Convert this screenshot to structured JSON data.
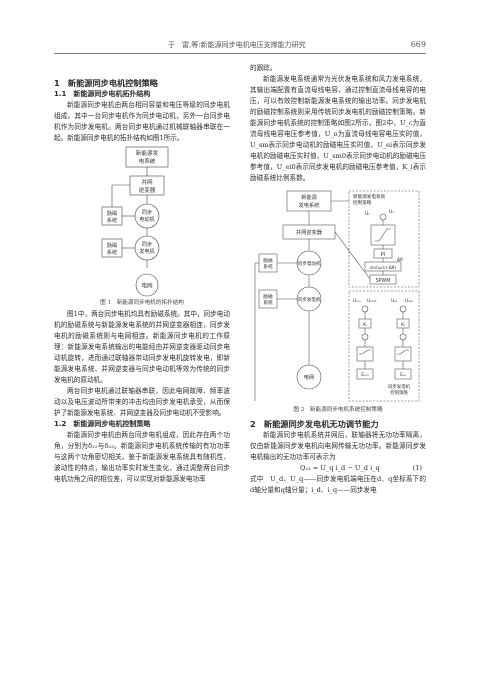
{
  "header": {
    "running_title": "于　雷,等:新能源同步电机电压支撑能力研究",
    "page_number": "669"
  },
  "left": {
    "sec1_title": "1　新能源同步电机控制策略",
    "sec1_1_title": "1.1　新能源同步电机拓扑结构",
    "p1": "新能源同步电机由两台相同容量和电压等级的同步电机组成。其中一台同步电机作为同步电动机，另外一台同步电机作为同步发电机。两台同步电机通过机械联轴器串联在一起。新能源同步电机的拓扑结构如图1所示。",
    "fig1": {
      "caption": "图 1　新能源同步电机的拓扑结构",
      "src_l1": "新能源发",
      "src_l2": "电系统",
      "inv_l1": "并网",
      "inv_l2": "逆变器",
      "exc1_l1": "励磁",
      "exc1_l2": "系统",
      "mot_l1": "同步",
      "mot_l2": "电动机",
      "exc2_l1": "励磁",
      "exc2_l2": "系统",
      "gen_l1": "同步",
      "gen_l2": "发电机",
      "grid": "电网"
    },
    "p2": "图1中，两台同步电机均具有励磁系统。其中，同步电动机的励磁系统与新能源发电系统的并网逆变器相连，同步发电机的励磁系统则与电网相连。新能源同步电机的工作原理：新能源发电系统输出的电能经由并网逆变器驱动同步电动机旋转，进而通过联轴器带动同步发电机旋转发电，即新能源发电系统、并网逆变器与同步电动机等效为传统的同步发电机的原动机。",
    "p3": "两台同步电机通过联轴器串联，因此电网故障、频率波动以及电压波动所带来的冲击均由同步发电机承受，从而保护了新能源发电系统、并网逆变器及同步电动机不受影响。",
    "sec1_2_title": "1.2　新能源同步电机控制策略",
    "p4": "新能源同步电机由两台同步电机组成，因此存在两个功角，分别为δ₁₂与δ₂₃。新能源同步电机系统传输的有功功率与这两个功角密切相关。鉴于新能源发电系统具有随机性、波动性的特点，输出功率实时发生变化，通过调整两台同步电机功角之间的相位差，可以实现对新能源发电功率"
  },
  "right": {
    "p1": "的跟踪。",
    "p2": "新能源发电系统通常为光伏发电系统和风力发电系统，其输出端配置有直流母线电容，通过控制直流母线电容的电压，可以有效控制新能源发电系统的输出功率。同步发电机的励磁控制系统则采用传统同步发电机的励磁控制策略。新能源同步电机系统的控制策略如图2所示。图2中，U_c为直流母线电容电压参考值，U_o为直流母线电容电压实时值，U_sm表示同步电动机的励磁电压实时值，U_ei表示同步发电机的励磁电压实时值，U_sm0表示同步电动机的励磁电压参考值，U_ei0表示同步发电机的励磁电压参考值，K_i表示励磁系统比例系数。",
    "fig2": {
      "caption": "图 2　新能源同步电机系统控制策略",
      "src_l1": "新能源",
      "src_l2": "发电系统",
      "ctrl_l1": "新能源发电系统",
      "ctrl_l2": "控制策略",
      "inv": "并网逆变器",
      "exc1_l1": "励磁",
      "exc1_l2": "系统",
      "mot": "同步电动机",
      "exc2_l1": "励磁",
      "exc2_l2": "系统",
      "gen": "同步发电机",
      "grid": "电网",
      "pi": "PI",
      "dtheta": "Δθ",
      "sin": "sin(ωₙt+Δθ)",
      "spwm": "SPWM",
      "uref": "Uᵣ",
      "umeas": "Uₙ",
      "usm": "Uₛₘ",
      "usm0": "Uₛₘ₀",
      "uei": "Uₑᵢ",
      "uei0": "Uₑᵢ₀",
      "ki": "Kᵢ",
      "esm": "Eₛₘ",
      "eei": "Eₑᵢ",
      "genctrl_l1": "同步发电机",
      "genctrl_l2": "控制策略"
    },
    "sec2_title": "2　新能源同步发电机无功调节能力",
    "p3": "新能源同步电机系统并网后，联轴器将无功功率隔离，仅由新能源同步发电机向电网传输无功功率。新能源同步发电机输出的无功功率可表示为",
    "eq": "Q₂₃ = U_q i_d − U_d i_q",
    "eq_no": "(1)",
    "p4": "式中　U_d、U_q——同步发电机端电压在d、q坐标系下的d轴分量和q轴分量；i_d、i_q——同步发电"
  }
}
